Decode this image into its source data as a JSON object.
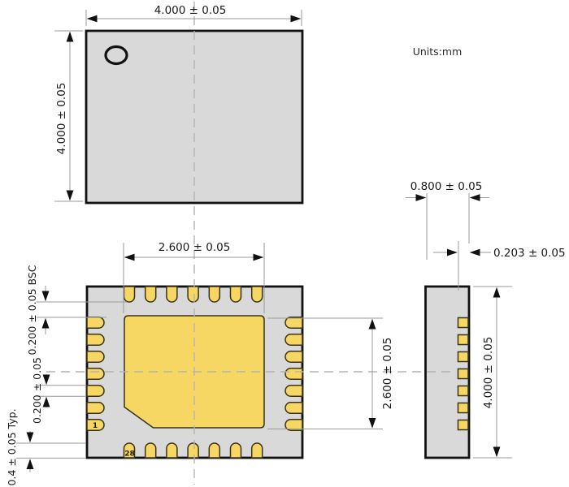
{
  "units_label": "Units:mm",
  "top_view": {
    "width_dim": "4.000 ± 0.05",
    "height_dim": "4.000 ± 0.05"
  },
  "bottom_view": {
    "epad_width_dim": "2.600 ± 0.05",
    "epad_height_dim": "2.600 ± 0.05",
    "pitch_bsc_dim": "0.200 ± 0.05 BSC",
    "lead_width_dim": "0.200 ± 0.05",
    "lead_length_dim": "0.4 ± 0.05 Typ.",
    "pin1": "1",
    "pin28": "28",
    "pads_per_side": 7
  },
  "side_view": {
    "thickness_dim": "0.800 ± 0.05",
    "lead_thickness_dim": "0.203 ± 0.05",
    "height_dim": "4.000 ± 0.05"
  },
  "colors": {
    "body": "#d9d9d9",
    "pad": "#f6d763",
    "pad_outline": "#3a3117",
    "outline": "#111111",
    "dim_line": "#9a9a9a",
    "center_line": "#b3b3b3",
    "text": "#1a1a1a"
  }
}
